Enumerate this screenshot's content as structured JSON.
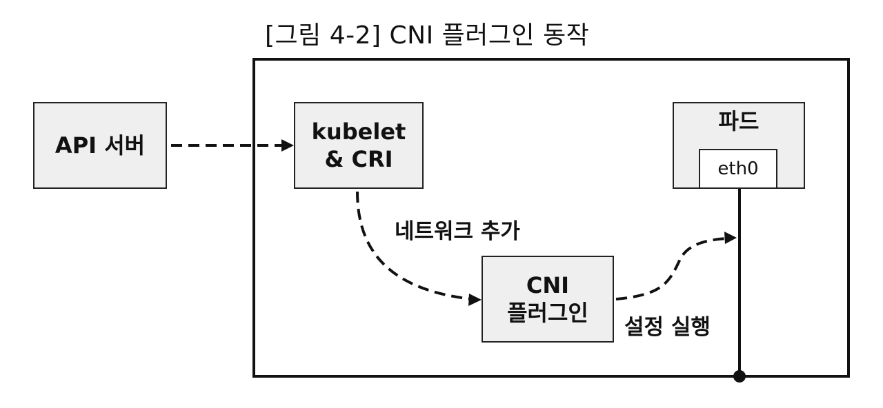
{
  "title": "[그림 4-2] CNI 플러그인 동작",
  "nodes": {
    "api_server": "API 서버",
    "kubelet": {
      "line1": "kubelet",
      "line2": "& CRI"
    },
    "cni": {
      "line1": "CNI",
      "line2": "플러그인"
    },
    "pod": "파드",
    "eth0": "eth0"
  },
  "edges": {
    "add_network": "네트워크 추가",
    "execute_config": "설정 실행"
  }
}
